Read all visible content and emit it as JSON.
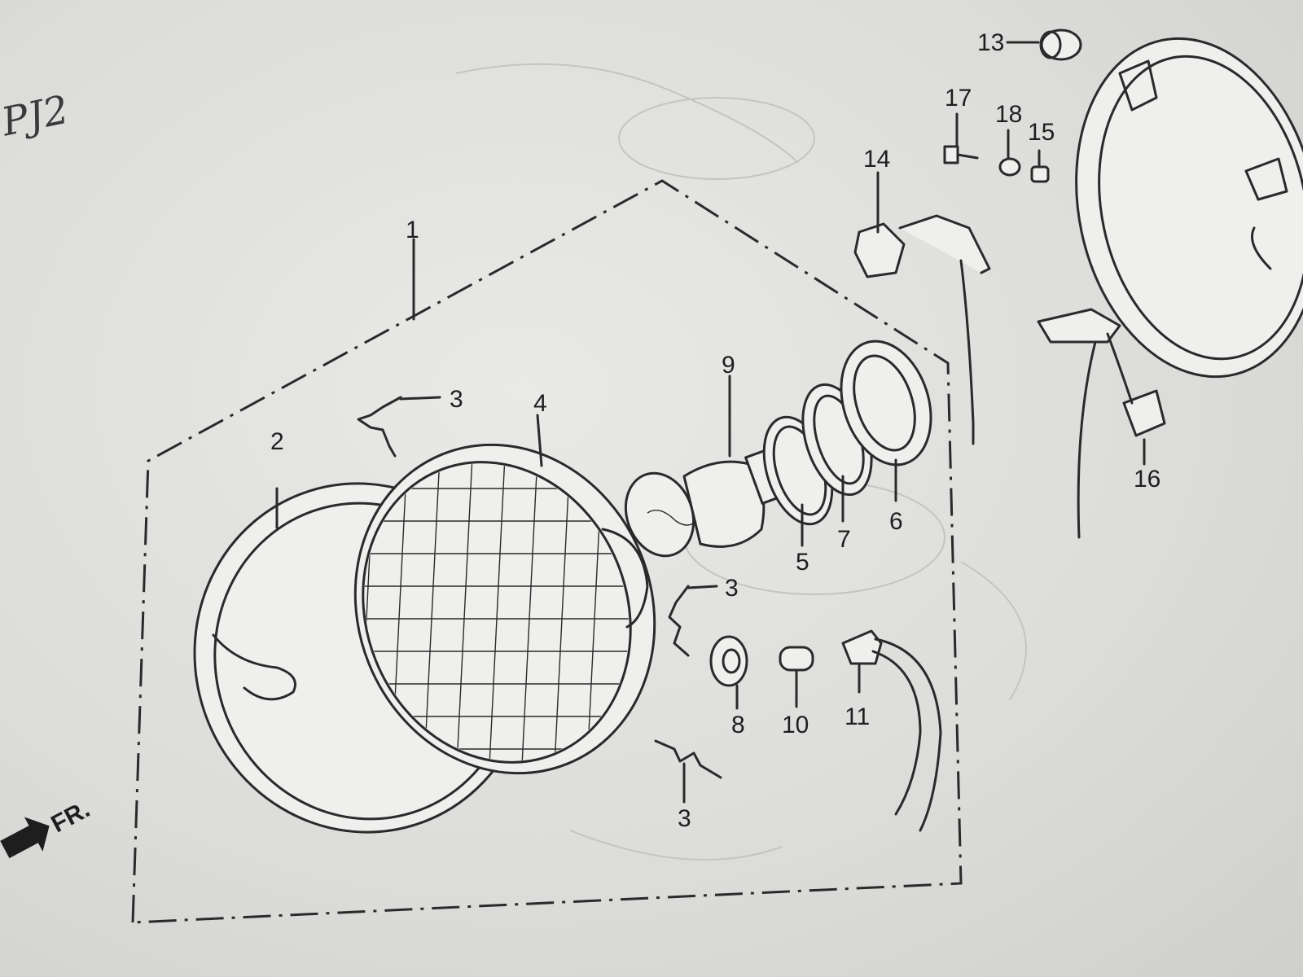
{
  "handwriting": "PJ2",
  "front_marker": "FR.",
  "parts": [
    {
      "id": "part-1",
      "label": "1"
    },
    {
      "id": "part-2",
      "label": "2"
    },
    {
      "id": "part-3a",
      "label": "3"
    },
    {
      "id": "part-3b",
      "label": "3"
    },
    {
      "id": "part-3c",
      "label": "3"
    },
    {
      "id": "part-4",
      "label": "4"
    },
    {
      "id": "part-5",
      "label": "5"
    },
    {
      "id": "part-6",
      "label": "6"
    },
    {
      "id": "part-7",
      "label": "7"
    },
    {
      "id": "part-8",
      "label": "8"
    },
    {
      "id": "part-9",
      "label": "9"
    },
    {
      "id": "part-10",
      "label": "10"
    },
    {
      "id": "part-11",
      "label": "11"
    },
    {
      "id": "part-13",
      "label": "13"
    },
    {
      "id": "part-14",
      "label": "14"
    },
    {
      "id": "part-15",
      "label": "15"
    },
    {
      "id": "part-16",
      "label": "16"
    },
    {
      "id": "part-17",
      "label": "17"
    },
    {
      "id": "part-18",
      "label": "18"
    }
  ]
}
